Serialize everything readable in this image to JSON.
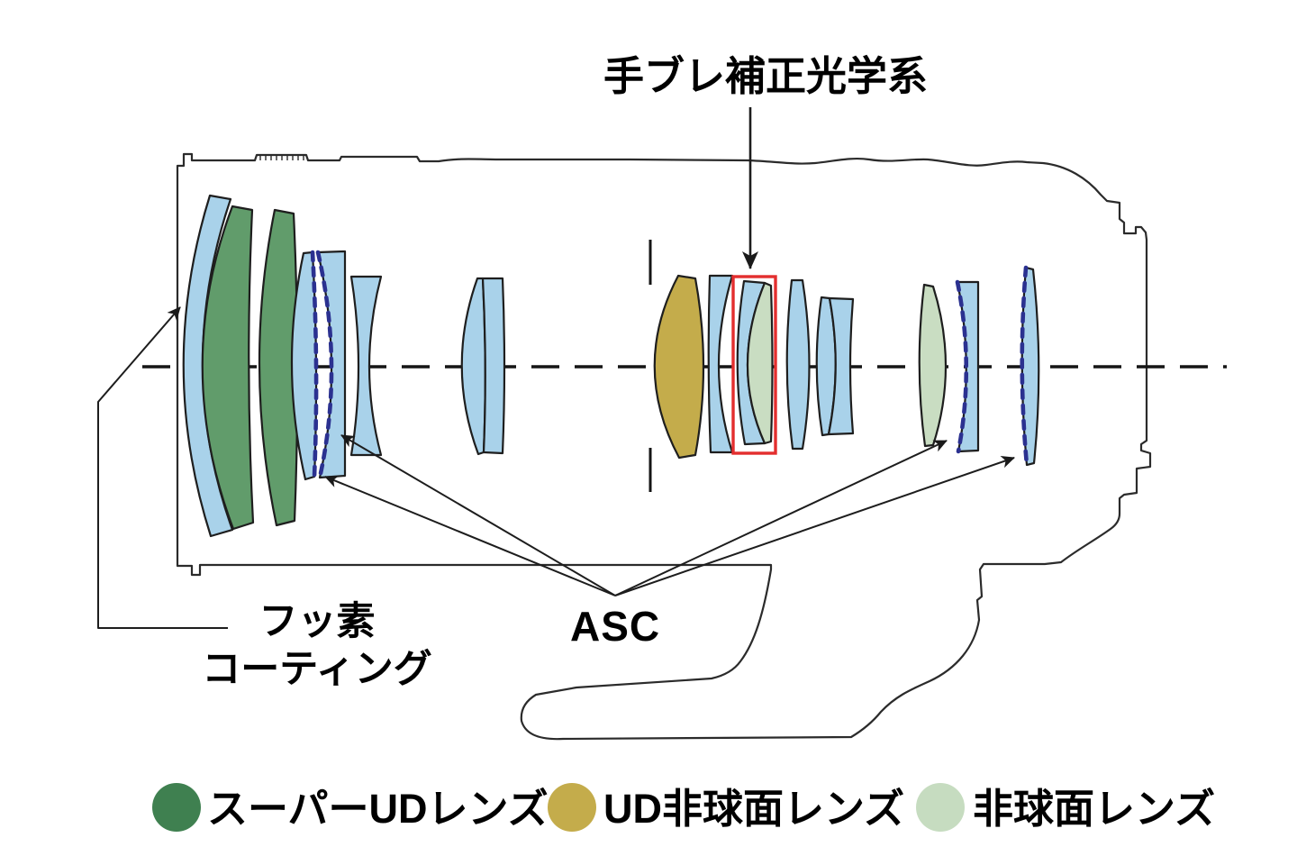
{
  "title": {
    "label": "手ブレ補正光学系"
  },
  "labels": {
    "fluorine_line1": "フッ素",
    "fluorine_line2": "コーティング",
    "asc": "ASC"
  },
  "legend": {
    "items": [
      {
        "label": "スーパーUDレンズ",
        "color": "#3F8050"
      },
      {
        "label": "UD非球面レンズ",
        "color": "#C4AC4B"
      },
      {
        "label": "非球面レンズ",
        "color": "#C6DCC0"
      }
    ]
  },
  "colors": {
    "lens_blue": "#A9D2EA",
    "super_ud_green": "#619C6B",
    "ud_gold": "#C4AC4B",
    "aspherical_green": "#C9DDC2",
    "asc_dash_navy": "#2B3190",
    "highlight_red": "#E32E2E",
    "outline": "#2B2B2B"
  }
}
